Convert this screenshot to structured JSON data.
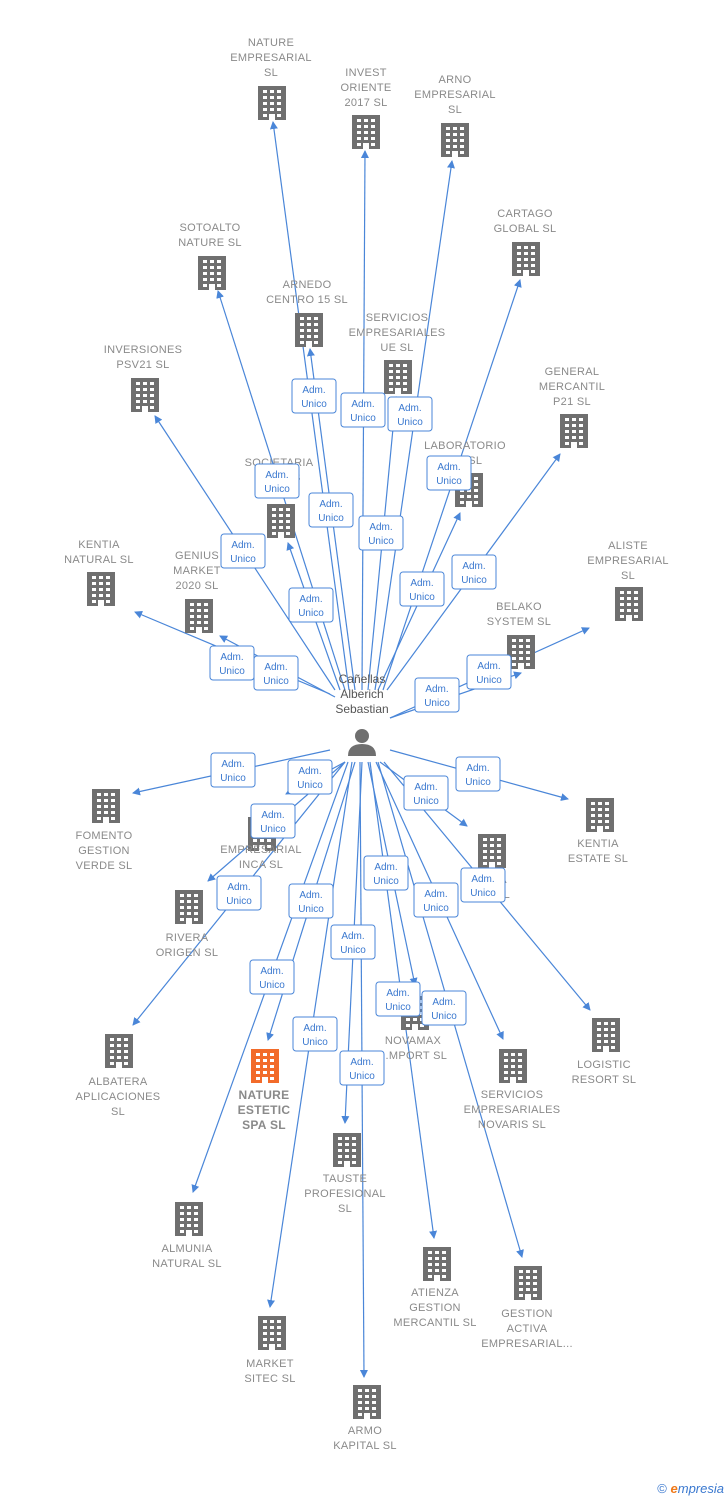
{
  "center": {
    "name_lines": [
      "Cañellas",
      "Alberich",
      "Sebastian"
    ],
    "icon": "person-icon"
  },
  "relation_label_lines": [
    "Adm.",
    "Unico"
  ],
  "colors": {
    "edge": "#4a86d8",
    "building": "#6f6f6f",
    "focus": "#f26b2a"
  },
  "nodes": [
    {
      "id": "nature-empresarial",
      "lines": [
        "NATURE",
        "EMPRESARIAL",
        "SL"
      ]
    },
    {
      "id": "invest-oriente",
      "lines": [
        "INVEST",
        "ORIENTE",
        "2017 SL"
      ]
    },
    {
      "id": "arno-empresarial",
      "lines": [
        "ARNO",
        "EMPRESARIAL",
        "SL"
      ]
    },
    {
      "id": "cartago-global",
      "lines": [
        "CARTAGO",
        "GLOBAL SL"
      ]
    },
    {
      "id": "sotoalto-nature",
      "lines": [
        "SOTOALTO",
        "NATURE SL"
      ]
    },
    {
      "id": "arnedo-centro",
      "lines": [
        "ARNEDO",
        "CENTRO 15 SL"
      ]
    },
    {
      "id": "servicios-ue",
      "lines": [
        "SERVICIOS",
        "EMPRESARIALES",
        "UE SL"
      ]
    },
    {
      "id": "inversiones-psv21",
      "lines": [
        "INVERSIONES",
        "PSV21 SL"
      ]
    },
    {
      "id": "general-mercantil",
      "lines": [
        "GENERAL",
        "MERCANTIL",
        "P21 SL"
      ]
    },
    {
      "id": "laboratorio",
      "lines": [
        "LABORATORIO",
        "...A SL"
      ]
    },
    {
      "id": "societaria",
      "lines": [
        "SOCIETARIA",
        "INV...ES"
      ]
    },
    {
      "id": "kentia-natural",
      "lines": [
        "KENTIA",
        "NATURAL SL"
      ]
    },
    {
      "id": "genius-market",
      "lines": [
        "GENIUS",
        "MARKET",
        "2020 SL"
      ]
    },
    {
      "id": "aliste-empresarial",
      "lines": [
        "ALISTE",
        "EMPRESARIAL",
        "SL"
      ]
    },
    {
      "id": "belako-system",
      "lines": [
        "BELAKO",
        "SYSTEM SL"
      ]
    },
    {
      "id": "fomento-gestion",
      "lines": [
        "FOMENTO",
        "GESTION",
        "VERDE SL"
      ]
    },
    {
      "id": "kentia-estate",
      "lines": [
        "KENTIA",
        "ESTATE SL"
      ]
    },
    {
      "id": "empresarial-inca",
      "lines": [
        "EMPRESARIAL",
        "INCA SL"
      ]
    },
    {
      "id": "unknown-sl",
      "lines": [
        "...A",
        "...SL"
      ]
    },
    {
      "id": "rivera-origen",
      "lines": [
        "RIVERA",
        "ORIGEN SL"
      ]
    },
    {
      "id": "albatera",
      "lines": [
        "ALBATERA",
        "APLICACIONES",
        "SL"
      ]
    },
    {
      "id": "nature-estetic",
      "lines": [
        "NATURE",
        "ESTETIC",
        "SPA SL"
      ],
      "focus": true
    },
    {
      "id": "novamax",
      "lines": [
        "NOVAMAX",
        "...MPORT SL"
      ]
    },
    {
      "id": "servicios-novaris",
      "lines": [
        "SERVICIOS",
        "EMPRESARIALES",
        "NOVARIS SL"
      ]
    },
    {
      "id": "logistic-resort",
      "lines": [
        "LOGISTIC",
        "RESORT SL"
      ]
    },
    {
      "id": "tauste-profesional",
      "lines": [
        "TAUSTE",
        "PROFESIONAL",
        "SL"
      ]
    },
    {
      "id": "almunia-natural",
      "lines": [
        "ALMUNIA",
        "NATURAL SL"
      ]
    },
    {
      "id": "atienza-gestion",
      "lines": [
        "ATIENZA",
        "GESTION",
        "MERCANTIL SL"
      ]
    },
    {
      "id": "gestion-activa",
      "lines": [
        "GESTION",
        "ACTIVA",
        "EMPRESARIAL..."
      ]
    },
    {
      "id": "market-sitec",
      "lines": [
        "MARKET",
        "SITEC SL"
      ]
    },
    {
      "id": "armo-kapital",
      "lines": [
        "ARMO",
        "KAPITAL SL"
      ]
    }
  ],
  "footer": {
    "copyright": "©",
    "brand_first": "e",
    "brand_rest": "mpresia"
  }
}
